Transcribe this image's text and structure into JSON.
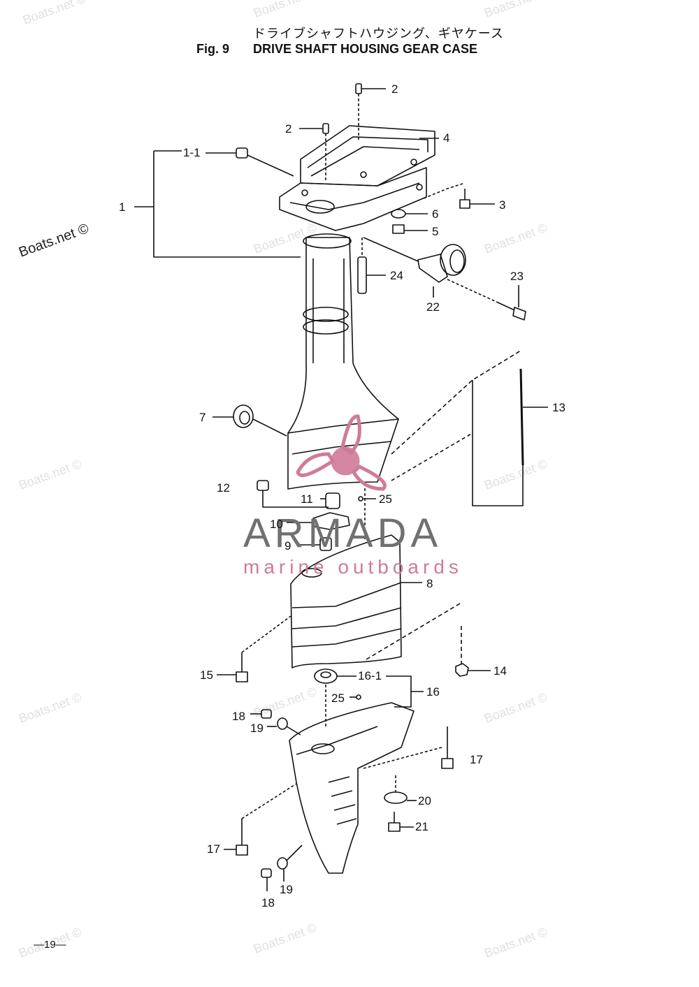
{
  "header": {
    "title_jp": "ドライブシャフトハウジング、ギヤケース",
    "fig_label": "Fig. 9",
    "title_en": "DRIVE SHAFT HOUSING GEAR CASE"
  },
  "page_number": "—19—",
  "watermarks": {
    "site": "Boats.net ©",
    "brand": "ARMADA",
    "brand_sub": "marine outboards",
    "brand_color": "#d07a9a"
  },
  "callouts": {
    "c1": "1",
    "c1_1": "1-1",
    "c2a": "2",
    "c2b": "2",
    "c3": "3",
    "c4": "4",
    "c5": "5",
    "c6": "6",
    "c7": "7",
    "c8": "8",
    "c9": "9",
    "c10": "10",
    "c11": "11",
    "c12": "12",
    "c13": "13",
    "c14": "14",
    "c15": "15",
    "c16": "16",
    "c16_1": "16-1",
    "c17a": "17",
    "c17b": "17",
    "c18a": "18",
    "c18b": "18",
    "c19a": "19",
    "c19b": "19",
    "c20": "20",
    "c21": "21",
    "c22": "22",
    "c23": "23",
    "c24": "24",
    "c25a": "25",
    "c25b": "25"
  }
}
